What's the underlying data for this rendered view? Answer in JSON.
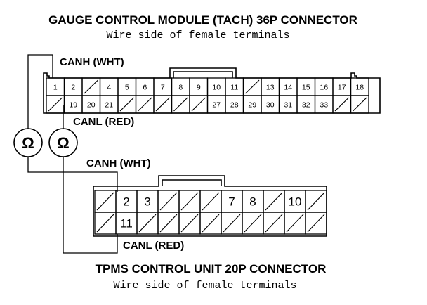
{
  "top_connector": {
    "title": "GAUGE CONTROL MODULE (TACH) 36P CONNECTOR",
    "subtitle": "Wire side of female terminals",
    "row1": [
      "1",
      "2",
      "",
      "4",
      "5",
      "6",
      "7",
      "8",
      "9",
      "10",
      "11",
      "",
      "13",
      "14",
      "15",
      "16",
      "17",
      "18"
    ],
    "row2": [
      "",
      "19",
      "20",
      "21",
      "",
      "",
      "",
      "",
      "",
      "27",
      "28",
      "29",
      "30",
      "31",
      "32",
      "33",
      "",
      ""
    ]
  },
  "bottom_connector": {
    "title": "TPMS CONTROL UNIT 20P CONNECTOR",
    "subtitle": "Wire side of female terminals",
    "row1": [
      "",
      "2",
      "3",
      "",
      "",
      "",
      "7",
      "8",
      "",
      "10",
      ""
    ],
    "row2": [
      "",
      "11",
      "",
      "",
      "",
      "",
      "",
      "",
      "",
      "",
      ""
    ]
  },
  "wire_labels": {
    "canh_top": "CANH (WHT)",
    "canl_top": "CANL (RED)",
    "canh_bottom": "CANH (WHT)",
    "canl_bottom": "CANL (RED)"
  },
  "meters": [
    {
      "symbol": "Ω",
      "icon": "ohmmeter-icon"
    },
    {
      "symbol": "Ω",
      "icon": "ohmmeter-icon"
    }
  ],
  "colors": {
    "line": "#000000",
    "background": "#ffffff"
  }
}
